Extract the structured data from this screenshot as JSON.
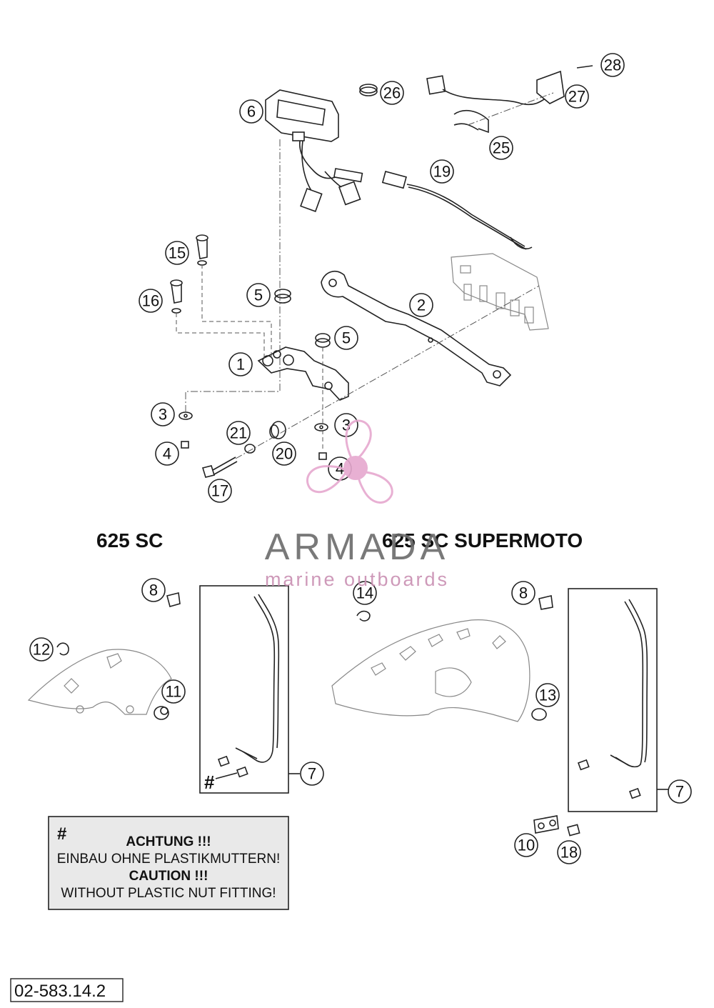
{
  "diagram": {
    "document_number": "02-583.14.2",
    "variants": {
      "left": "625 SC",
      "right": "625 SC SUPERMOTO"
    },
    "callouts": [
      "1",
      "2",
      "3",
      "3",
      "4",
      "4",
      "5",
      "5",
      "6",
      "7",
      "7",
      "8",
      "8",
      "10",
      "11",
      "12",
      "13",
      "14",
      "15",
      "16",
      "17",
      "18",
      "19",
      "20",
      "21",
      "25",
      "26",
      "27",
      "28"
    ],
    "hash_marker": "#",
    "note": {
      "symbol": "#",
      "line1": "ACHTUNG !!!",
      "line2": "EINBAU OHNE PLASTIKMUTTERN!",
      "line3": "CAUTION !!!",
      "line4": "WITHOUT PLASTIC NUT FITTING!"
    },
    "watermark": {
      "title": "ARMADA",
      "subtitle": "marine outboards",
      "logo_icon": "propeller-logo-icon",
      "color": "#e6a8cf"
    }
  }
}
